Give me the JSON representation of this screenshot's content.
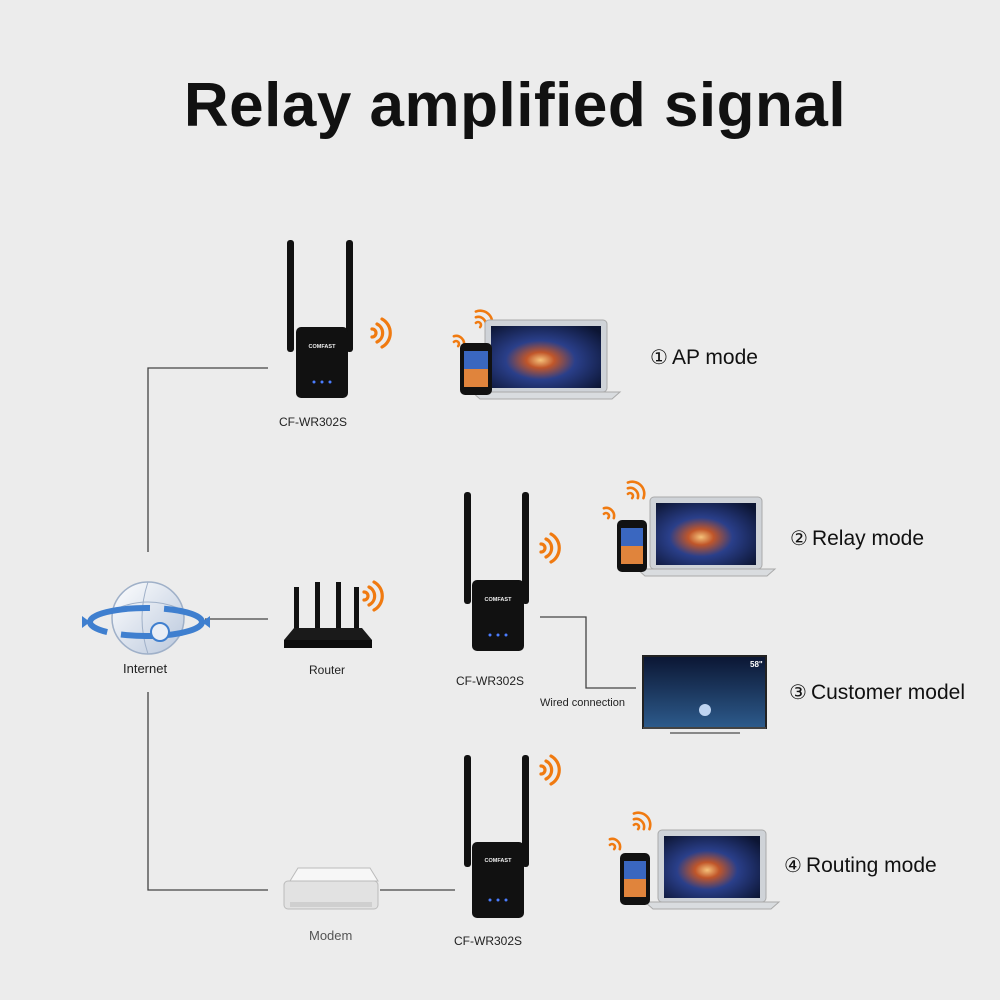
{
  "diagram": {
    "title": "Relay amplified signal",
    "nodes": {
      "internet": "Internet",
      "router": "Router",
      "modem": "Modem",
      "extender_top": "CF-WR302S",
      "extender_mid": "CF-WR302S",
      "extender_bottom": "CF-WR302S",
      "wired": "Wired connection",
      "tv_size": "58\""
    },
    "modes": [
      {
        "num": "①",
        "label": "AP mode"
      },
      {
        "num": "②",
        "label": "Relay mode"
      },
      {
        "num": "③",
        "label": "Customer model"
      },
      {
        "num": "④",
        "label": "Routing mode"
      }
    ],
    "brand": "COMFAST",
    "colors": {
      "background": "#ececec",
      "lines": "#444444",
      "wifi": "#f07a10",
      "device_body": "#111111",
      "screen": "#1b2a5a"
    }
  }
}
